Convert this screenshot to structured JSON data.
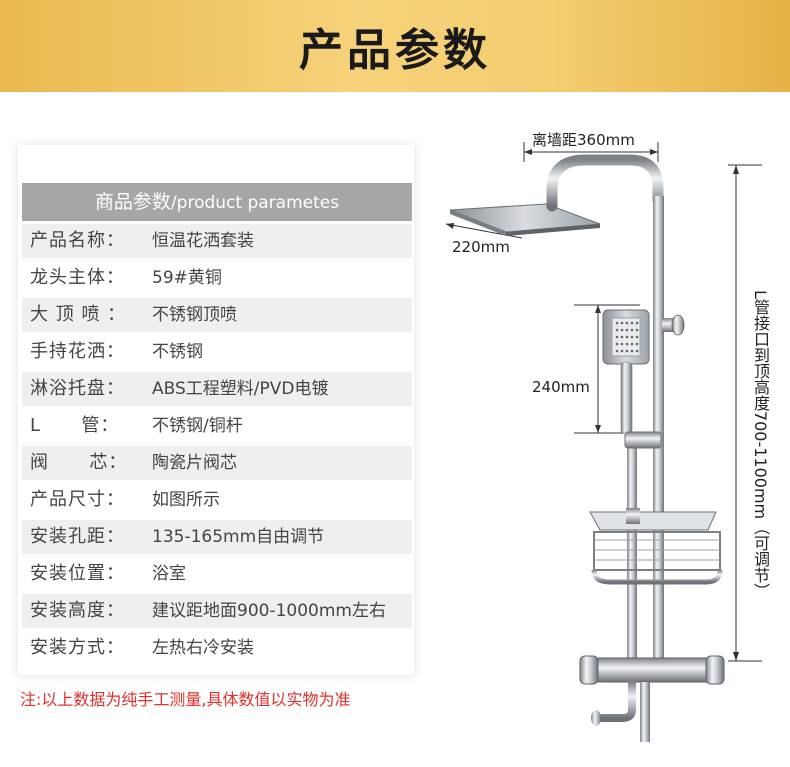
{
  "banner": {
    "title": "产品参数"
  },
  "spec": {
    "header_cn": "商品参数",
    "header_en": "/product parametes",
    "rows": [
      {
        "label": "产品名称：",
        "value": "恒温花洒套装"
      },
      {
        "label": "龙头主体：",
        "value": "59#黄铜"
      },
      {
        "label": "大 顶 喷 ：",
        "value": "不锈钢顶喷"
      },
      {
        "label": "手持花洒：",
        "value": "不锈钢"
      },
      {
        "label": "淋浴托盘：",
        "value": "ABS工程塑料/PVD电镀"
      },
      {
        "label": "L      管：",
        "value": "不锈钢/铜杆"
      },
      {
        "label": "阀      芯：",
        "value": "陶瓷片阀芯"
      },
      {
        "label": "产品尺寸：",
        "value": "如图所示"
      },
      {
        "label": "安装孔距：",
        "value": "135-165mm自由调节"
      },
      {
        "label": "安装位置：",
        "value": "浴室"
      },
      {
        "label": "安装高度：",
        "value": "建议距地面900-1000mm左右"
      },
      {
        "label": "安装方式：",
        "value": "左热右冷安装"
      }
    ],
    "note": "注:以上数据为纯手工测量,具体数值以实物为准"
  },
  "diagram": {
    "wall_distance": "离墙距360mm",
    "head_size": "220mm",
    "handheld_size": "240mm",
    "height_label": "L管接口到顶高度700-1100mm（可调节）"
  },
  "colors": {
    "banner": "#f3cd70",
    "header_bg": "#a6a6a6",
    "note": "#e0302b"
  }
}
